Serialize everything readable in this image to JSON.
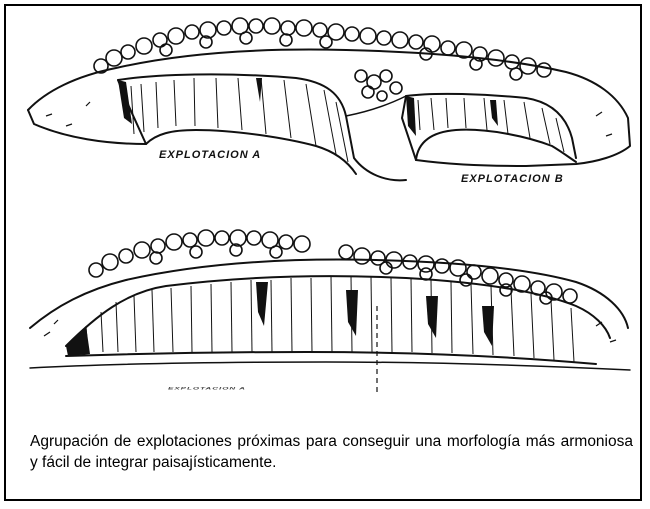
{
  "diagram": {
    "top_figure": {
      "label_a": "EXPLOTACION A",
      "label_b": "EXPLOTACION B"
    },
    "bottom_figure": {
      "label_c": "EXPLOTACION A"
    }
  },
  "caption": {
    "text": "Agrupación de explotaciones próximas para conseguir una morfología más armoniosa y fácil de integrar paisajísticamente."
  }
}
